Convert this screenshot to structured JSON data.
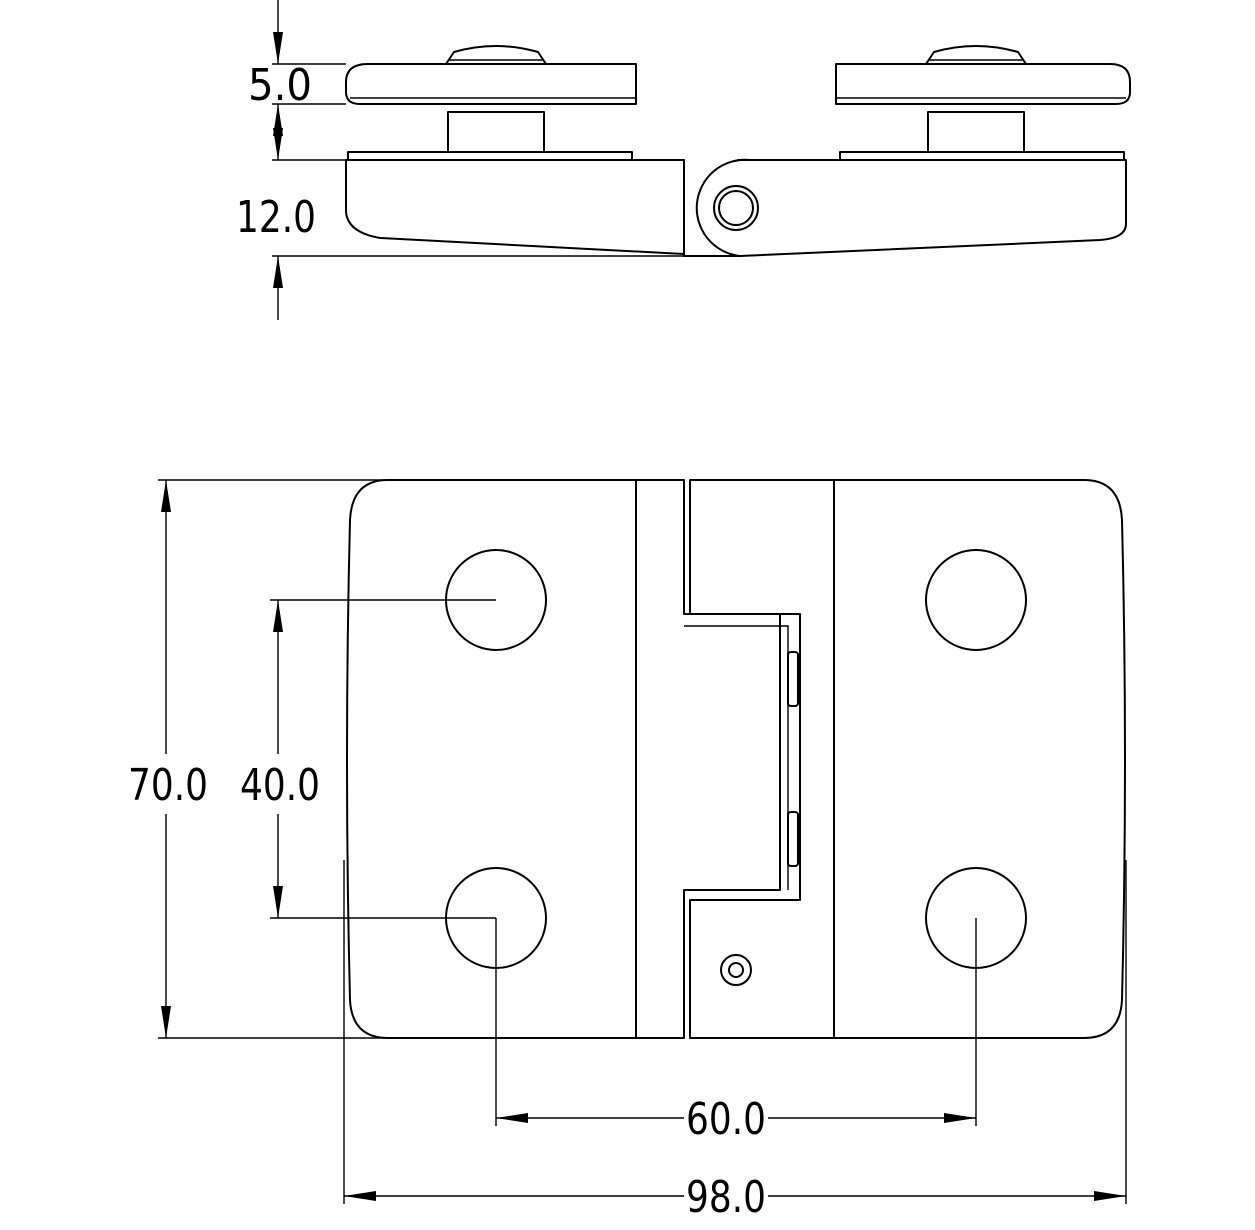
{
  "drawing": {
    "views": [
      "side-view",
      "front-view"
    ]
  },
  "dimensions": {
    "cap_height": "5.0",
    "body_thickness": "12.0",
    "overall_height": "70.0",
    "hole_pitch_vertical": "40.0",
    "hole_pitch_horizontal": "60.0",
    "overall_width": "98.0"
  },
  "colors": {
    "line": "#000000",
    "background": "#ffffff"
  }
}
